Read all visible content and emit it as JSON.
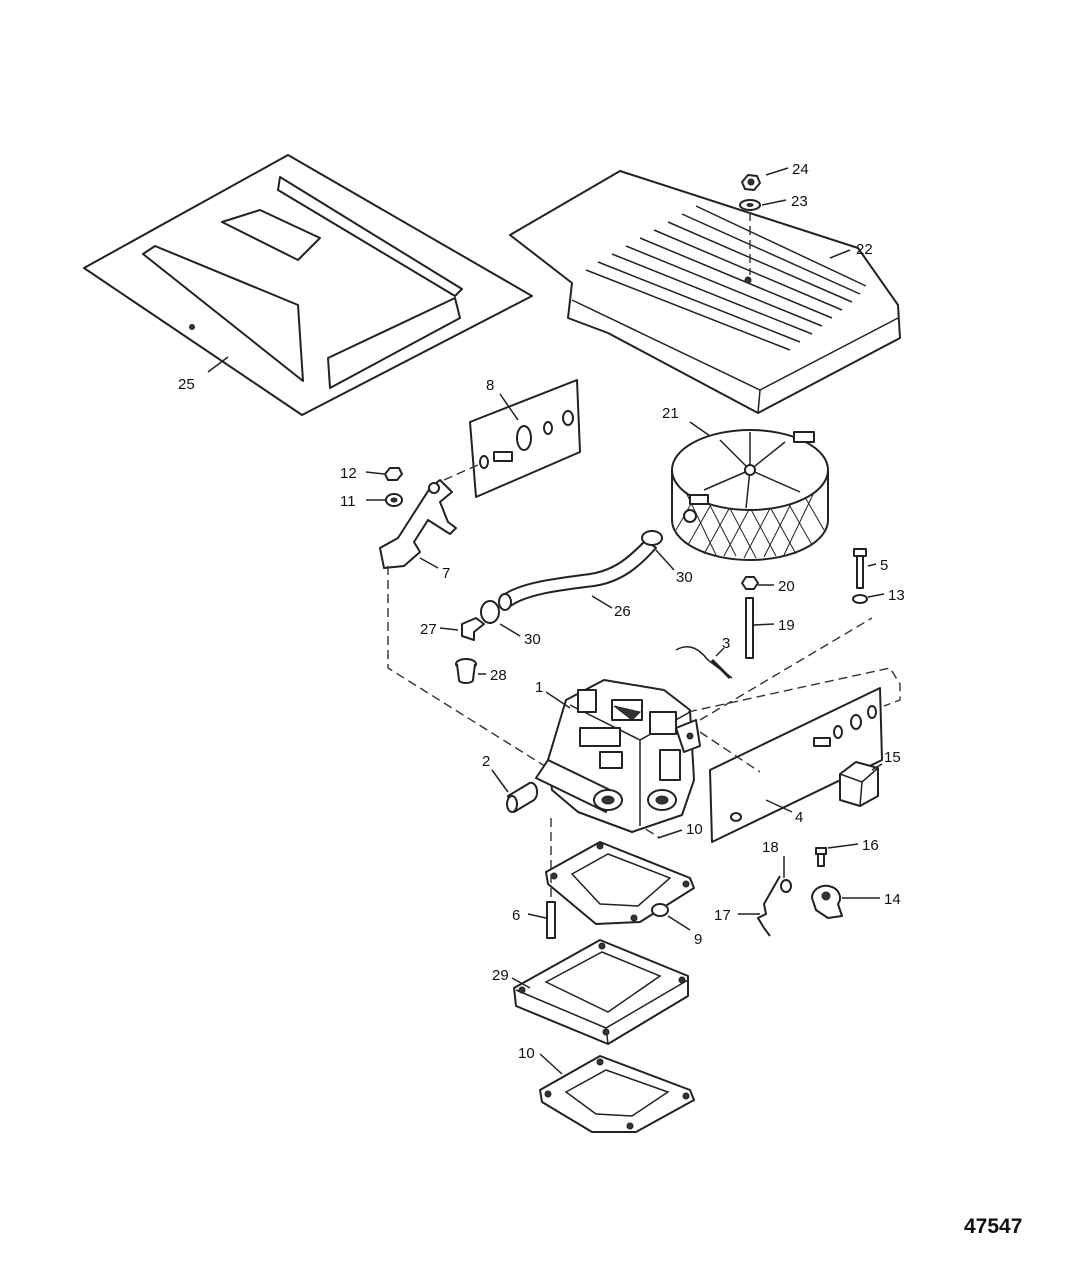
{
  "figure_number": "47547",
  "callouts": [
    {
      "id": "c1",
      "label": "1"
    },
    {
      "id": "c2",
      "label": "2"
    },
    {
      "id": "c3",
      "label": "3"
    },
    {
      "id": "c4",
      "label": "4"
    },
    {
      "id": "c5",
      "label": "5"
    },
    {
      "id": "c6",
      "label": "6"
    },
    {
      "id": "c7",
      "label": "7"
    },
    {
      "id": "c8",
      "label": "8"
    },
    {
      "id": "c9",
      "label": "9"
    },
    {
      "id": "c10a",
      "label": "10"
    },
    {
      "id": "c10b",
      "label": "10"
    },
    {
      "id": "c11",
      "label": "11"
    },
    {
      "id": "c12",
      "label": "12"
    },
    {
      "id": "c13",
      "label": "13"
    },
    {
      "id": "c14",
      "label": "14"
    },
    {
      "id": "c15",
      "label": "15"
    },
    {
      "id": "c16",
      "label": "16"
    },
    {
      "id": "c17",
      "label": "17"
    },
    {
      "id": "c18",
      "label": "18"
    },
    {
      "id": "c19",
      "label": "19"
    },
    {
      "id": "c20",
      "label": "20"
    },
    {
      "id": "c21",
      "label": "21"
    },
    {
      "id": "c22",
      "label": "22"
    },
    {
      "id": "c23",
      "label": "23"
    },
    {
      "id": "c24",
      "label": "24"
    },
    {
      "id": "c25",
      "label": "25"
    },
    {
      "id": "c26",
      "label": "26"
    },
    {
      "id": "c27",
      "label": "27"
    },
    {
      "id": "c28",
      "label": "28"
    },
    {
      "id": "c29",
      "label": "29"
    },
    {
      "id": "c30a",
      "label": "30"
    },
    {
      "id": "c30b",
      "label": "30"
    }
  ]
}
